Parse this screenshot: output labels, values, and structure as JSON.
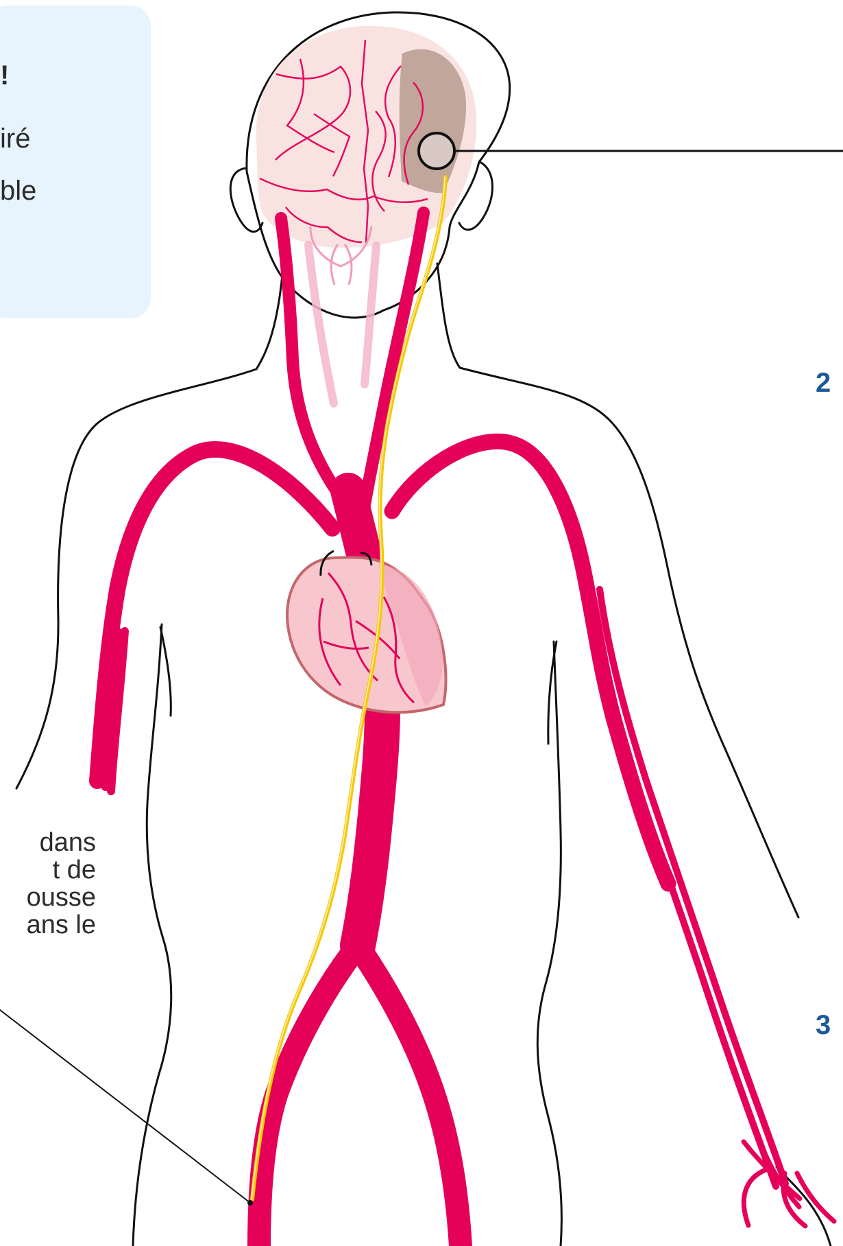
{
  "callout": {
    "heading": "!",
    "line1": "iré",
    "line2": "ble"
  },
  "side_text": {
    "lines": [
      "dans",
      "t de",
      "ousse",
      "ans le"
    ]
  },
  "steps": {
    "step2": "2",
    "step3": "3"
  },
  "colors": {
    "artery": "#e5005a",
    "vessel_light": "#f49ab8",
    "brain_fill": "#f9e1df",
    "brain_highlight": "#b99e93",
    "catheter": "#f5c800",
    "heart_fill": "#f7c7cd",
    "outline": "#111111",
    "callout_bg": "#e7f4fd",
    "step_number": "#1d5a9b"
  },
  "icons": {
    "catheter_path": "catheter-icon",
    "target_marker": "target-ring-icon"
  }
}
